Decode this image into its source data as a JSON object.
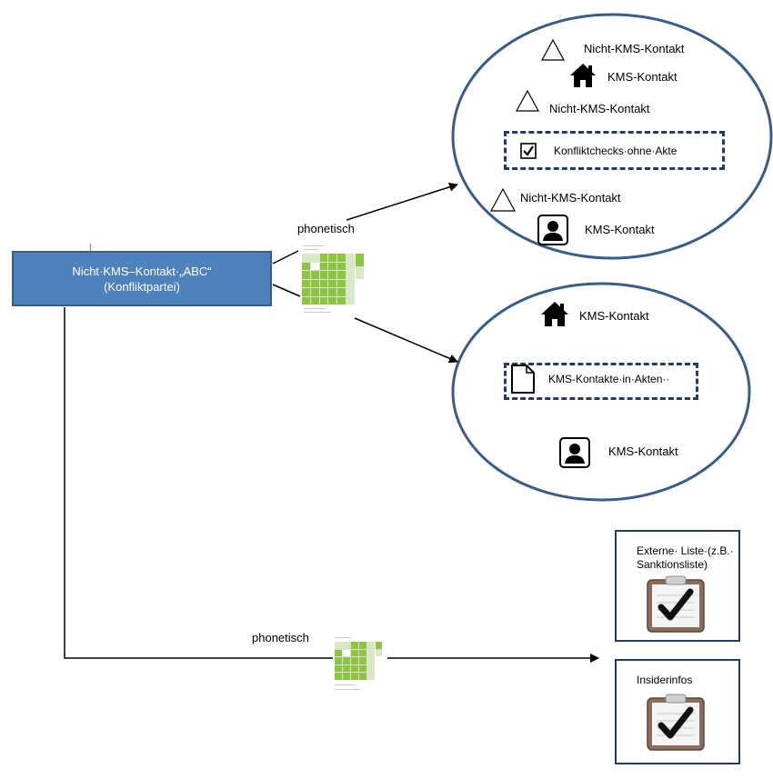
{
  "source": {
    "line1": "Nicht·KMS–Kontakt·„ABC“",
    "line2": "(Konfliktpartei)"
  },
  "edge_labels": {
    "upper": "phonetisch",
    "lower": "phonetisch"
  },
  "ellipse_top": {
    "items": [
      {
        "icon": "warning-triangle-icon",
        "label": "Nicht-KMS-Kontakt"
      },
      {
        "icon": "house-icon",
        "label": "KMS-Kontakt"
      },
      {
        "icon": "warning-triangle-icon",
        "label": "Nicht-KMS-Kontakt"
      },
      {
        "icon": "checkbox-icon",
        "label": "Konfliktchecks·ohne·Akte"
      },
      {
        "icon": "warning-triangle-icon",
        "label": "Nicht-KMS-Kontakt"
      },
      {
        "icon": "person-icon",
        "label": "KMS-Kontakt"
      }
    ]
  },
  "ellipse_bottom": {
    "items": [
      {
        "icon": "house-icon",
        "label": "KMS-Kontakt"
      },
      {
        "icon": "document-icon",
        "label": "KMS-Kontakte·in·Akten··"
      },
      {
        "icon": "person-icon",
        "label": "KMS-Kontakt"
      }
    ]
  },
  "external_lists": [
    {
      "label_line1": "Externe· Liste·(z.B.·",
      "label_line2": "Sanktionsliste)",
      "icon": "clipboard-check-icon"
    },
    {
      "label_line1": "Insiderinfos",
      "label_line2": "",
      "icon": "clipboard-check-icon"
    }
  ],
  "colors": {
    "source_fill": "#4f81bd",
    "ellipse_border": "#385d8a",
    "box_border": "#1f3d66",
    "grid_green": "#8cc63f"
  }
}
